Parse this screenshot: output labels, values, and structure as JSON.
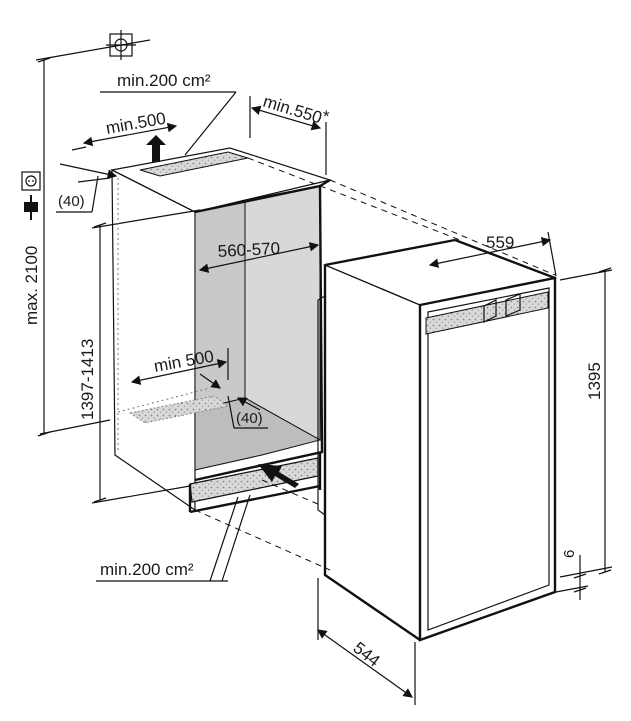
{
  "labels": {
    "vent_top_area": "min.200 cm²",
    "vent_bottom_area": "min.200 cm²",
    "depth_top": "min.550",
    "asterisk": "*",
    "width_top": "min.500",
    "gap_top": "(40)",
    "inner_width": "560-570",
    "inner_bottom": "min 500",
    "gap_bottom": "(40)",
    "niche_height": "1397-1413",
    "max_height": "max. 2100",
    "appliance_width": "559",
    "appliance_height": "1395",
    "appliance_depth": "544",
    "bottom_gap": "6"
  },
  "icons": [
    "electrical-socket-icon",
    "power-plug-icon",
    "crosshair-target-icon"
  ]
}
